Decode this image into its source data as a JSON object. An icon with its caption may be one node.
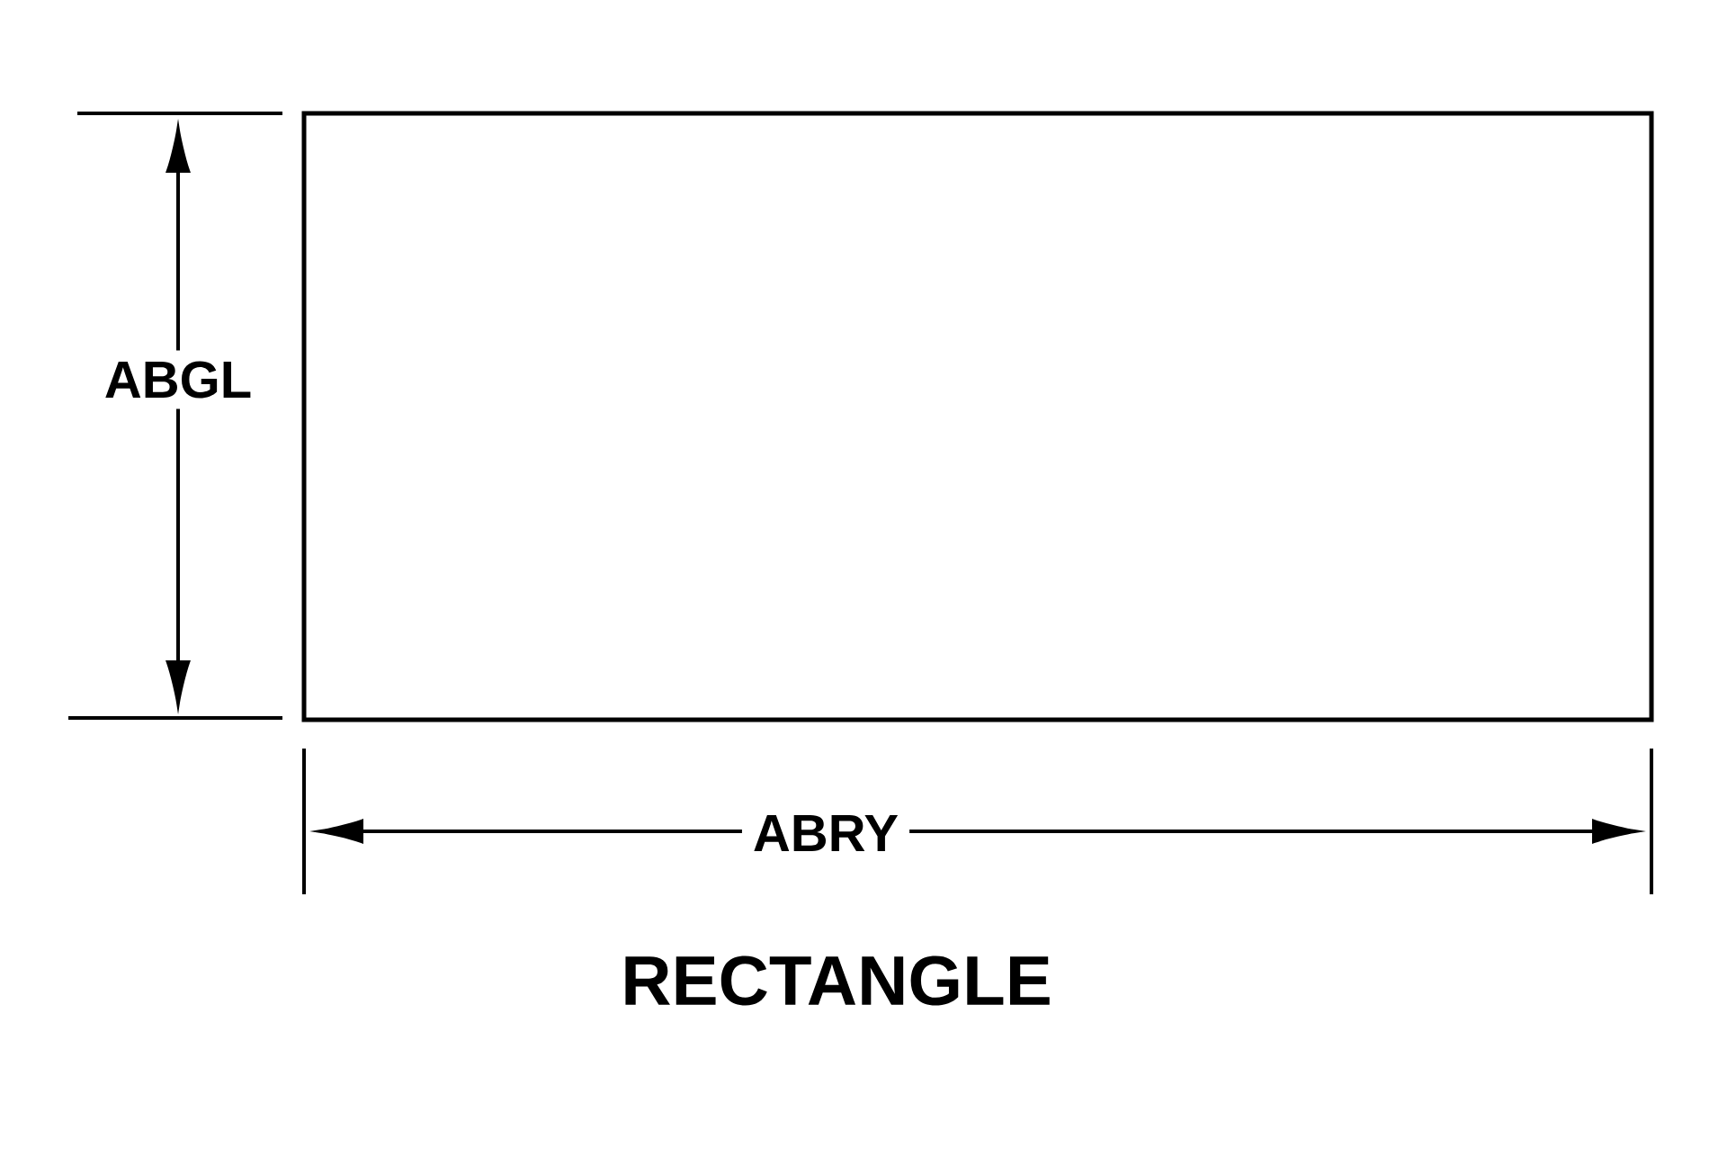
{
  "diagram": {
    "caption": "RECTANGLE",
    "nodes": [
      {
        "text": [],
        "shape": "box"
      }
    ],
    "labels": [
      "ABGL",
      "ABRY"
    ]
  }
}
